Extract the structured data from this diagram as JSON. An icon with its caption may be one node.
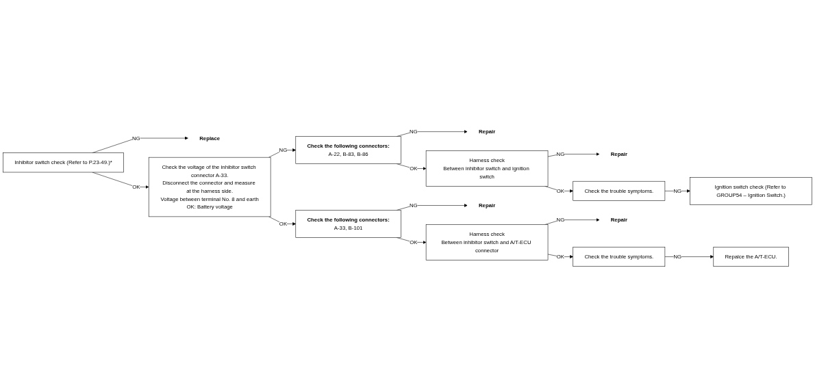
{
  "diagram": {
    "nodes": [
      {
        "text": [
          "Inhibitor switch check (Refer to P.23-49.)*"
        ]
      },
      {
        "text": [
          "Replace"
        ]
      },
      {
        "text": [
          "Check the voltage of the inhibitor switch connector A-33.",
          "Disconnect the connector and measure at the harness side.",
          "Voltage between terminal No. 8 and earth",
          "OK: Battery voltage"
        ]
      },
      {
        "text": [
          "Check the following connectors:",
          "A-33, B-101"
        ]
      },
      {
        "text": [
          "Repair"
        ]
      },
      {
        "text": [
          "Harness check",
          "Between inhibitor switch and A/T-ECU connector"
        ]
      },
      {
        "text": [
          "Repair"
        ]
      },
      {
        "text": [
          "Check the trouble symptoms."
        ]
      },
      {
        "text": [
          "Repalce the A/T-ECU."
        ]
      },
      {
        "text": [
          "Check the following connectors:",
          "A-22, B-83, B-86"
        ]
      },
      {
        "text": [
          "Repair"
        ]
      },
      {
        "text": [
          "Harness check",
          "Between inhibitor switch and ignition switch"
        ]
      },
      {
        "text": [
          "Repair"
        ]
      },
      {
        "text": [
          "Check the trouble symptoms."
        ]
      },
      {
        "text": [
          "Ignition switch check (Refer to GROUP54 – Ignition Switch.)"
        ]
      }
    ],
    "edges": [
      {
        "from": 0,
        "to": 1,
        "arrow": "to",
        "label": "NG"
      },
      {
        "from": 0,
        "to": 2,
        "arrow": "to",
        "label": "OK"
      },
      {
        "from": 2,
        "to": 9,
        "arrow": "to",
        "label": "NG"
      },
      {
        "from": 2,
        "to": 3,
        "arrow": "to",
        "label": "OK"
      },
      {
        "from": 3,
        "to": 4,
        "arrow": "to",
        "label": "NG"
      },
      {
        "from": 3,
        "to": 5,
        "arrow": "to",
        "label": "OK"
      },
      {
        "from": 5,
        "to": 6,
        "arrow": "to",
        "label": "NG"
      },
      {
        "from": 5,
        "to": 7,
        "arrow": "to",
        "label": "OK"
      },
      {
        "from": 7,
        "to": 8,
        "arrow": "to",
        "label": "NG"
      },
      {
        "from": 9,
        "to": 10,
        "arrow": "to",
        "label": "NG"
      },
      {
        "from": 9,
        "to": 11,
        "arrow": "to",
        "label": "OK"
      },
      {
        "from": 11,
        "to": 12,
        "arrow": "to",
        "label": "NG"
      },
      {
        "from": 11,
        "to": 13,
        "arrow": "to",
        "label": "OK"
      },
      {
        "from": 13,
        "to": 14,
        "arrow": "to",
        "label": "NG"
      }
    ]
  }
}
